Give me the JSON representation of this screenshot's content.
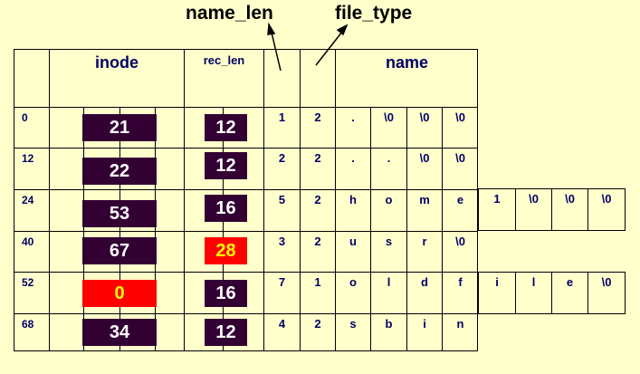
{
  "annotations": {
    "name_len": "name_len",
    "file_type": "file_type"
  },
  "headers": {
    "inode": "inode",
    "rec_len": "rec_len",
    "name": "name"
  },
  "rows": [
    {
      "offset": "0",
      "inode": "21",
      "rec_len": "12",
      "name_len": "1",
      "file_type": "2",
      "name_chars": [
        ".",
        "\\0",
        "\\0",
        "\\0"
      ]
    },
    {
      "offset": "12",
      "inode": "22",
      "rec_len": "12",
      "name_len": "2",
      "file_type": "2",
      "name_chars": [
        ".",
        ".",
        "\\0",
        "\\0"
      ]
    },
    {
      "offset": "24",
      "inode": "53",
      "rec_len": "16",
      "name_len": "5",
      "file_type": "2",
      "name_chars": [
        "h",
        "o",
        "m",
        "e"
      ],
      "ext_chars": [
        "1",
        "\\0",
        "\\0",
        "\\0"
      ]
    },
    {
      "offset": "40",
      "inode": "67",
      "rec_len": "28",
      "name_len": "3",
      "file_type": "2",
      "name_chars": [
        "u",
        "s",
        "r",
        "\\0"
      ],
      "rec_len_highlight": true
    },
    {
      "offset": "52",
      "inode": "0",
      "rec_len": "16",
      "name_len": "7",
      "file_type": "1",
      "name_chars": [
        "o",
        "l",
        "d",
        "f"
      ],
      "ext_chars": [
        "i",
        "l",
        "e",
        "\\0"
      ],
      "inode_highlight": true
    },
    {
      "offset": "68",
      "inode": "34",
      "rec_len": "12",
      "name_len": "4",
      "file_type": "2",
      "name_chars": [
        "s",
        "b",
        "i",
        "n"
      ]
    }
  ],
  "colors": {
    "background": "#ffffcc",
    "box": "#330033",
    "highlight": "#ff0000",
    "highlight_text": "#ffff00",
    "text": "#000066"
  }
}
